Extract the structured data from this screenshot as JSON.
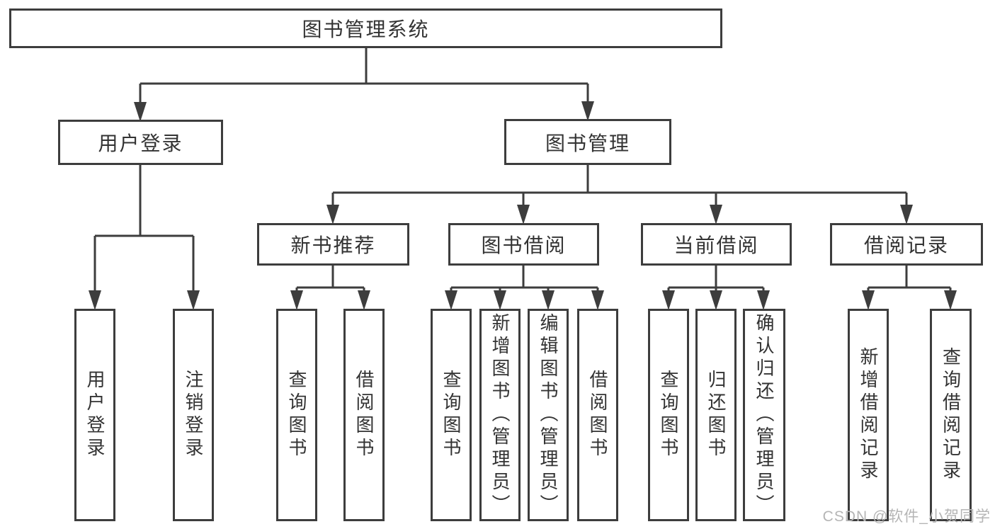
{
  "diagram": {
    "root": "图书管理系统",
    "branches": [
      {
        "label": "用户登录",
        "children": [
          "用户登录",
          "注销登录"
        ]
      },
      {
        "label": "图书管理",
        "sections": [
          {
            "label": "新书推荐",
            "children": [
              "查询图书",
              "借阅图书"
            ]
          },
          {
            "label": "图书借阅",
            "children": [
              "查询图书",
              "新增图书（管理员）",
              "编辑图书（管理员）",
              "借阅图书"
            ]
          },
          {
            "label": "当前借阅",
            "children": [
              "查询图书",
              "归还图书",
              "确认归还（管理员）"
            ]
          },
          {
            "label": "借阅记录",
            "children": [
              "新增借阅记录",
              "查询借阅记录"
            ]
          }
        ]
      }
    ]
  },
  "watermark": "CSDN @软件_小贺同学",
  "colors": {
    "line": "#3d3d3d",
    "box_fill": "#ffffff",
    "text": "#333333",
    "watermark": "#b5b5b5",
    "background": "#ffffff"
  }
}
